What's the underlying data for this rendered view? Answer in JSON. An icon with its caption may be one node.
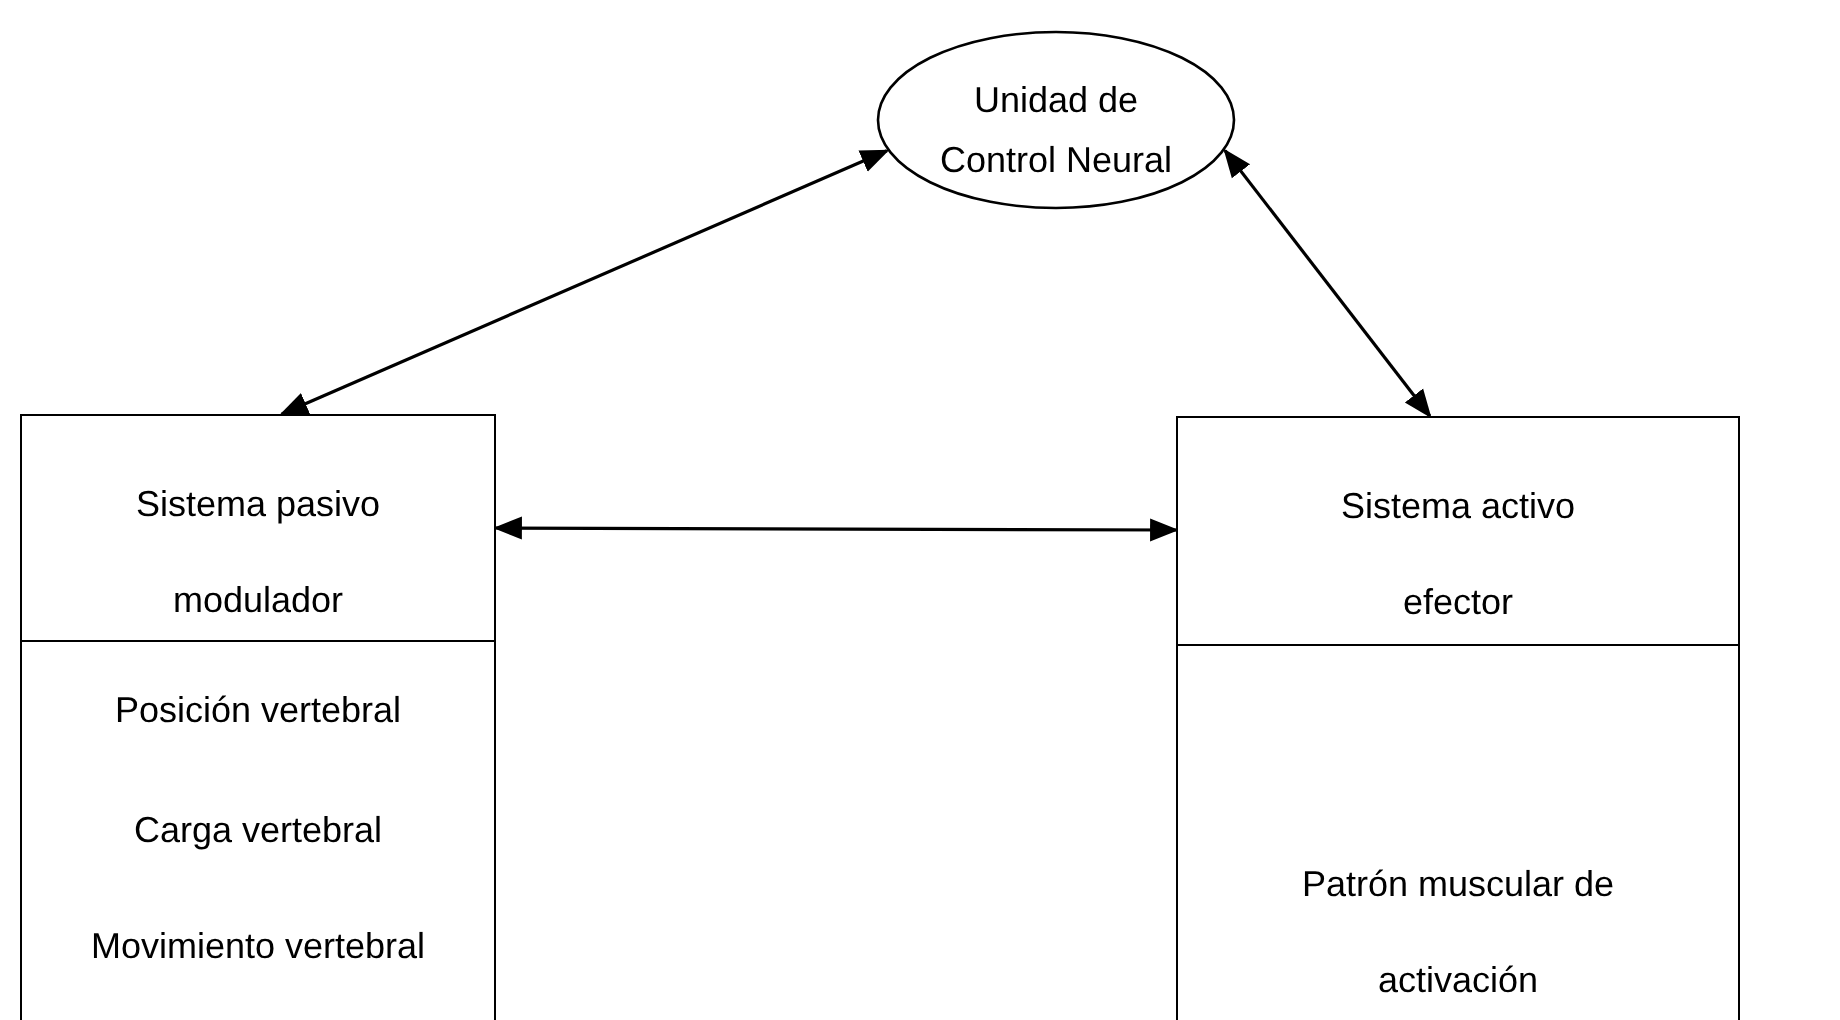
{
  "diagram": {
    "nodes": [
      {
        "text": [
          "Unidad de Control Neural"
        ]
      },
      {
        "text": [
          "Sistema pasivo",
          "modulador"
        ]
      },
      {
        "text": [
          "Posición vertebral",
          "Carga vertebral",
          "Movimiento vertebral"
        ]
      },
      {
        "text": [
          "Sistema activo",
          "efector"
        ]
      },
      {
        "text": [
          "Patrón muscular de activación"
        ]
      }
    ],
    "edges": [
      {
        "from": 0,
        "to": 1,
        "arrow": "both"
      },
      {
        "from": 0,
        "to": 3,
        "arrow": "both"
      },
      {
        "from": 1,
        "to": 3,
        "arrow": "both"
      }
    ]
  }
}
